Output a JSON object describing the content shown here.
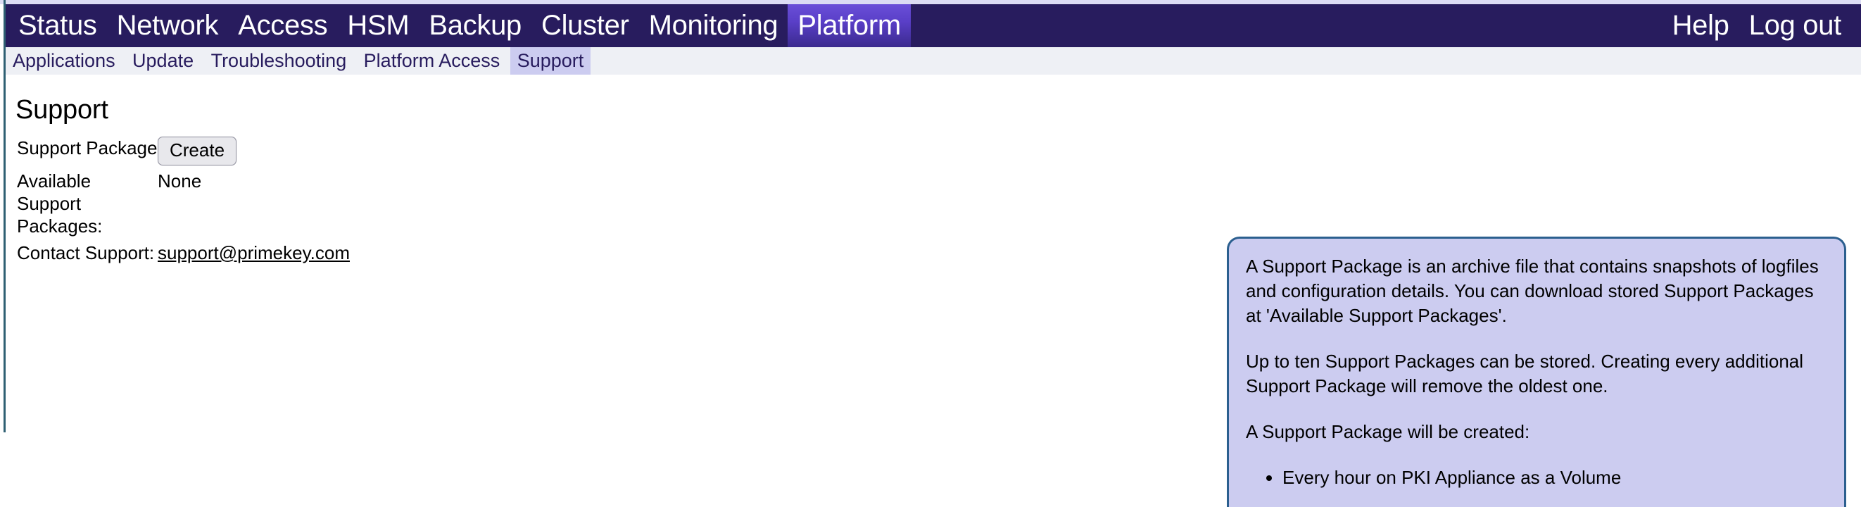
{
  "app": {
    "accent_dark": "#281c5e",
    "accent_active": "#5a3fc8",
    "panel_bg": "#ccccf0",
    "panel_border": "#2b5f8f",
    "subnav_bg": "#eef0f5"
  },
  "primary_nav": {
    "items": [
      {
        "label": "Status",
        "active": false
      },
      {
        "label": "Network",
        "active": false
      },
      {
        "label": "Access",
        "active": false
      },
      {
        "label": "HSM",
        "active": false
      },
      {
        "label": "Backup",
        "active": false
      },
      {
        "label": "Cluster",
        "active": false
      },
      {
        "label": "Monitoring",
        "active": false
      },
      {
        "label": "Platform",
        "active": true
      }
    ],
    "right_items": [
      {
        "label": "Help"
      },
      {
        "label": "Log out"
      }
    ]
  },
  "secondary_nav": {
    "items": [
      {
        "label": "Applications",
        "active": false
      },
      {
        "label": "Update",
        "active": false
      },
      {
        "label": "Troubleshooting",
        "active": false
      },
      {
        "label": "Platform Access",
        "active": false
      },
      {
        "label": "Support",
        "active": true
      }
    ]
  },
  "main": {
    "title": "Support",
    "rows": [
      {
        "label": "Support Package",
        "value": "Create",
        "type": "button"
      },
      {
        "label": "Available Support Packages:",
        "value": "None",
        "type": "text"
      },
      {
        "label": "Contact Support:",
        "value": "support@primekey.com",
        "type": "link"
      }
    ]
  },
  "info_panel": {
    "paragraphs": [
      "A Support Package is an archive file that contains snapshots of logfiles and configuration details. You can download stored Support Packages at 'Available Support Packages'.",
      "Up to ten Support Packages can be stored. Creating every additional Support Package will remove the oldest one.",
      "A Support Package will be created:"
    ],
    "bullets": [
      "Every hour on PKI Appliance as a Volume"
    ]
  }
}
